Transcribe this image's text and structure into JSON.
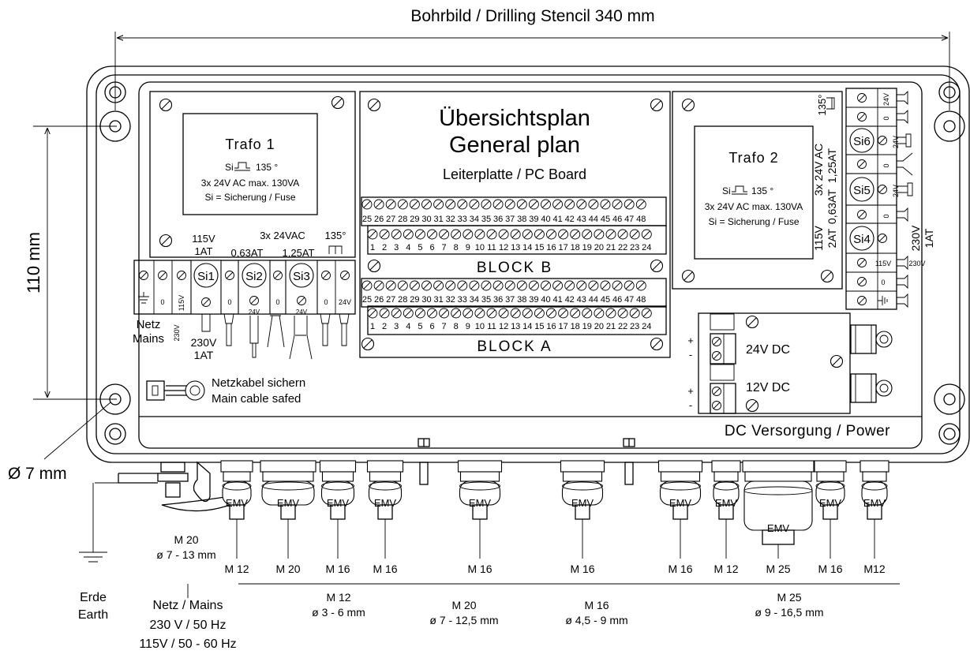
{
  "dimensions": {
    "drilling_stencil": "Bohrbild / Drilling Stencil 340 mm",
    "height": "110 mm",
    "hole": "Ø 7 mm"
  },
  "trafo1": {
    "title": "Trafo  1",
    "si_prefix": "Si",
    "si_temp": "135 °",
    "rating": "3x 24V AC max. 130VA",
    "legend": "Si = Sicherung / Fuse"
  },
  "trafo2": {
    "title": "Trafo  2",
    "si_prefix": "Si",
    "si_temp": "135 °",
    "rating": "3x 24V AC max. 130VA",
    "legend": "Si = Sicherung / Fuse"
  },
  "pcb": {
    "title_de": "Übersichtsplan",
    "title_en": "General  plan",
    "subtitle": "Leiterplatte / PC Board",
    "block_b": "BLOCK  B",
    "block_a": "BLOCK  A",
    "row_upper": [
      "25",
      "26",
      "27",
      "28",
      "29",
      "30",
      "31",
      "32",
      "33",
      "34",
      "35",
      "36",
      "37",
      "38",
      "39",
      "40",
      "41",
      "42",
      "43",
      "44",
      "45",
      "46",
      "47",
      "48"
    ],
    "row_lower": [
      "1",
      "2",
      "3",
      "4",
      "5",
      "6",
      "7",
      "8",
      "9",
      "10",
      "11",
      "12",
      "13",
      "14",
      "15",
      "16",
      "17",
      "18",
      "19",
      "20",
      "21",
      "22",
      "23",
      "24"
    ]
  },
  "left_fuses": {
    "115v": "115V",
    "1at": "1AT",
    "3x24vac": "3x 24VAC",
    "063at": "0,63AT",
    "125at": "1,25AT",
    "135": "135°",
    "si1": "Si1",
    "si2": "Si2",
    "si3": "Si3",
    "t0": "0",
    "t115": "115V",
    "t230": "230V",
    "t24": "24V",
    "netz": "Netz",
    "mains": "Mains",
    "v230": "230V",
    "at1": "1AT"
  },
  "cable": {
    "line1": "Netzkabel sichern",
    "line2": "Main cable safed"
  },
  "right_fuses": {
    "135": "135°",
    "3x24vac": "3x 24V AC",
    "125at": "1,25AT",
    "063at": "0,63AT",
    "115v": "115V",
    "2at": "2AT",
    "230v": "230V",
    "1at": "1AT",
    "si4": "Si4",
    "si5": "Si5",
    "si6": "Si6",
    "t24": "24V",
    "t0": "0",
    "t115": "115V",
    "t230": "230V"
  },
  "dc": {
    "v24": "24V DC",
    "v12": "12V DC",
    "plus": "+",
    "minus": "-",
    "footer": "DC Versorgung / Power"
  },
  "glands": {
    "emv": "EMV",
    "m20_top": "M 20",
    "m20_top_range": "ø 7 - 13 mm",
    "bottom": [
      "M 12",
      "M 20",
      "M 16",
      "M 16",
      "M 16",
      "M 16",
      "M 16",
      "M 12",
      "M 25",
      "M 16",
      "M12"
    ]
  },
  "legend": {
    "erde": "Erde",
    "earth": "Earth",
    "netz_mains": "Netz / Mains",
    "v230": "230 V / 50 Hz",
    "v115": "115V / 50 - 60 Hz",
    "m12": "M 12",
    "m12_range": "ø 3 - 6 mm",
    "m20": "M 20",
    "m20_range": "ø 7 - 12,5 mm",
    "m16": "M 16",
    "m16_range": "ø 4,5 - 9 mm",
    "m25": "M 25",
    "m25_range": "ø 9 - 16,5 mm"
  }
}
